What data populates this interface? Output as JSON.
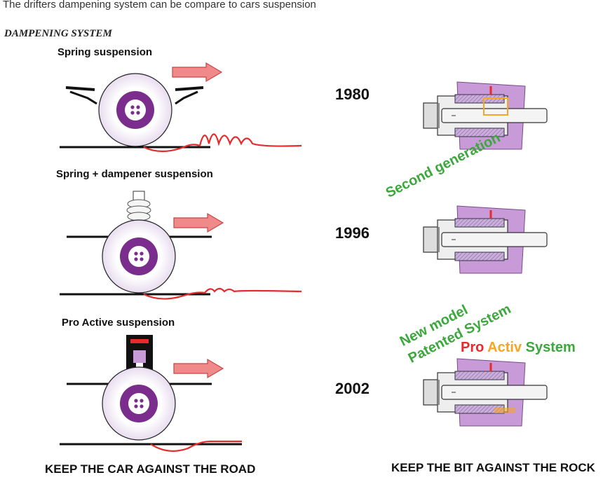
{
  "intro": "The drifters dampening system can be compare to cars suspension",
  "section_title": "DAMPENING SYSTEM",
  "cars": {
    "spring_label": "Spring suspension",
    "spring_damper_label": "Spring + dampener suspension",
    "pro_active_label": "Pro Active suspension",
    "footer": "KEEP THE CAR AGAINST THE ROAD"
  },
  "bits": {
    "year_1": "1980",
    "year_2": "1996",
    "year_3": "2002",
    "second_generation": "Second generation",
    "new_model": "New model",
    "patented_system": "Patented System",
    "pas_pro": "Pro",
    "pas_activ": "Activ",
    "pas_system": "System",
    "footer": "KEEP THE BIT AGAINST THE ROCK"
  },
  "colors": {
    "wheel_purple": "#7b2d8e",
    "response_red": "#e52b2b",
    "arrow_fill": "#f08a8a",
    "label_green": "#3aa83a",
    "activ_orange": "#f5a623"
  }
}
